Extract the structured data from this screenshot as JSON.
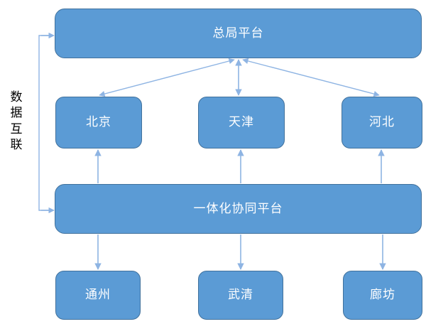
{
  "diagram": {
    "title_text": "数据互联",
    "colors": {
      "node_fill": "#5B9BD5",
      "node_border": "#41719C",
      "node_text": "#FFFFFF",
      "edge": "#8EB4E3",
      "background": "#FFFFFF",
      "side_label_text": "#000000"
    },
    "side_label": {
      "name": "数据互联",
      "chars": [
        "数",
        "据",
        "互",
        "联"
      ]
    },
    "nodes": [
      {
        "id": "hq",
        "label": "总局平台",
        "row": "top"
      },
      {
        "id": "beijing",
        "label": "北京",
        "row": "provincial"
      },
      {
        "id": "tianjin",
        "label": "天津",
        "row": "provincial"
      },
      {
        "id": "hebei",
        "label": "河北",
        "row": "provincial"
      },
      {
        "id": "platform",
        "label": "一体化协同平台",
        "row": "middle"
      },
      {
        "id": "tongzhou",
        "label": "通州",
        "row": "bottom"
      },
      {
        "id": "wuqing",
        "label": "武清",
        "row": "bottom"
      },
      {
        "id": "langfang",
        "label": "廊坊",
        "row": "bottom"
      }
    ],
    "edges": [
      {
        "from": "hq",
        "to": "beijing",
        "arrows": "both"
      },
      {
        "from": "hq",
        "to": "tianjin",
        "arrows": "both"
      },
      {
        "from": "hq",
        "to": "hebei",
        "arrows": "both"
      },
      {
        "from": "platform",
        "to": "beijing",
        "arrows": "to"
      },
      {
        "from": "platform",
        "to": "tianjin",
        "arrows": "to"
      },
      {
        "from": "platform",
        "to": "hebei",
        "arrows": "to"
      },
      {
        "from": "platform",
        "to": "tongzhou",
        "arrows": "to"
      },
      {
        "from": "platform",
        "to": "wuqing",
        "arrows": "to"
      },
      {
        "from": "platform",
        "to": "langfang",
        "arrows": "to"
      },
      {
        "from": "side-label",
        "to": "hq",
        "arrows": "to"
      },
      {
        "from": "side-label",
        "to": "platform",
        "arrows": "to"
      }
    ]
  }
}
